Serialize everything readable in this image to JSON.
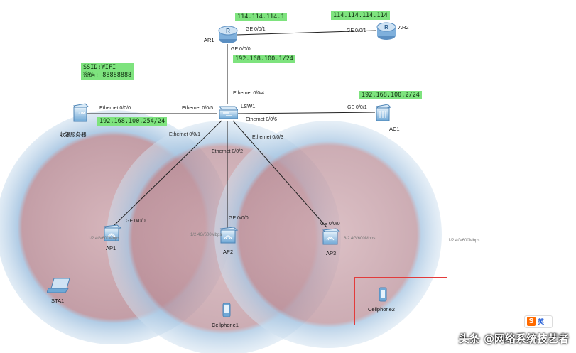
{
  "routers": {
    "ar1": {
      "name": "AR1",
      "ip": "114.114.114.1"
    },
    "ar2": {
      "name": "AR2",
      "ip": "114.114.114.114"
    }
  },
  "switch": {
    "name": "LSW1"
  },
  "server": {
    "name": "收银服务器",
    "ip": "192.168.100.254/24"
  },
  "controller": {
    "name": "AC1",
    "ip": "192.168.100.2/24"
  },
  "gateway_ip": "192.168.100.1/24",
  "ssid": {
    "line1": "SSID:WIFI",
    "line2": "密码: 88888888"
  },
  "ports": {
    "ar1_ge001": "GE 0/0/1",
    "ar2_ge001": "GE 0/0/1",
    "ar1_ge000": "GE 0/0/0",
    "lsw_e004": "Ethernet 0/0/4",
    "lsw_e005": "Ethernet 0/0/5",
    "srv_e000": "Ethernet 0/0/0",
    "lsw_e006": "Ethernet 0/0/6",
    "ac_ge001": "GE 0/0/1",
    "lsw_e001": "Ethernet 0/0/1",
    "lsw_e002": "Ethernet 0/0/2",
    "lsw_e003": "Ethernet 0/0/3",
    "ap1_ge000": "GE 0/0/0",
    "ap2_ge000": "GE 0/0/0",
    "ap3_ge000": "GE 0/0/0"
  },
  "aps": [
    {
      "name": "AP1",
      "band": "1/2.4G/600Mbps"
    },
    {
      "name": "AP2",
      "band": "1/2.4G/600Mbps"
    },
    {
      "name": "AP3",
      "band": "6/2.4G/600Mbps"
    }
  ],
  "band_far_right": "1/2.4G/600Mbps",
  "stations": {
    "sta1": "STA1",
    "phone1": "Cellphone1",
    "phone2": "Cellphone2"
  },
  "watermark": "头条 @网络系统技艺者",
  "logo": {
    "s": "S",
    "text": "英"
  },
  "colors": {
    "coverage_fill": "#c7a0a8",
    "coverage_ring": "#a9c8e4",
    "ip_label": "#7ee37e",
    "highlight": "#e23b3b"
  }
}
